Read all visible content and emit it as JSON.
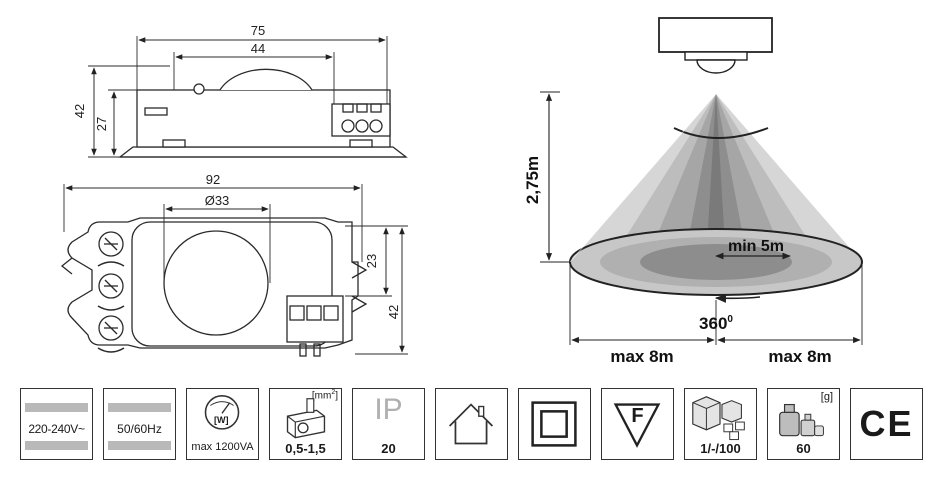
{
  "drawing": {
    "side_view": {
      "overall_width": "75",
      "dome_width": "44",
      "overall_height": "42",
      "body_height": "27"
    },
    "top_view": {
      "overall_width": "92",
      "lens_diameter": "Ø33",
      "terminal_height": "23",
      "overall_height": "42"
    },
    "detection": {
      "mount_height": "2,75m",
      "min_range": "min 5m",
      "angle": "360",
      "angle_unit": "0",
      "max_left": "max 8m",
      "max_right": "max 8m"
    }
  },
  "spec_icons": [
    {
      "name": "voltage",
      "label": "220-240V~"
    },
    {
      "name": "frequency",
      "label": "50/60Hz"
    },
    {
      "name": "power",
      "symbol": "[W]",
      "label": "max 1200VA"
    },
    {
      "name": "wire-section",
      "unit": "[mm",
      "unit_sup": "2",
      "unit_close": "]",
      "label": "0,5-1,5"
    },
    {
      "name": "ip-rating",
      "symbol": "IP",
      "label": "20"
    },
    {
      "name": "indoor",
      "icon": "house-icon"
    },
    {
      "name": "class-ii",
      "icon": "double-square-icon"
    },
    {
      "name": "f-mark",
      "symbol": "F"
    },
    {
      "name": "packaging",
      "label": "1/-/100"
    },
    {
      "name": "weight",
      "unit": "[g]",
      "label": "60"
    },
    {
      "name": "ce-mark",
      "symbol": "CE"
    }
  ],
  "colors": {
    "line": "#2b2b2b",
    "cone_light": "#cfcfcf",
    "cone_mid": "#a8a8a8",
    "cone_dark": "#8a8a8a",
    "bar_grey": "#b9b9b9"
  }
}
